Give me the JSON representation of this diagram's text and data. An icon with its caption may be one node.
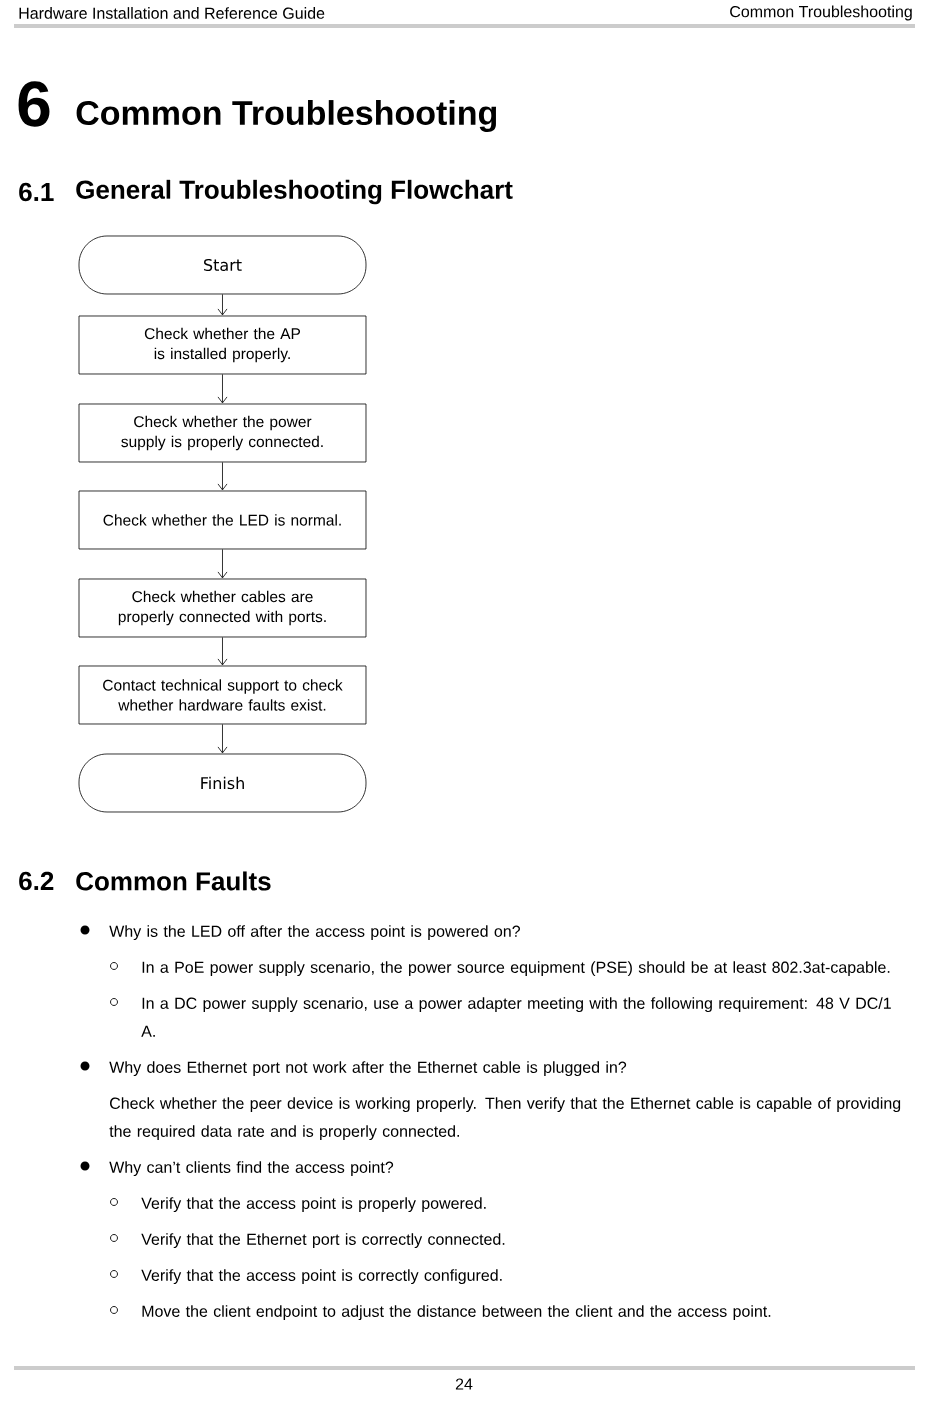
{
  "diagram": {
    "title": "General Troubleshooting Flowchart",
    "nodes": [
      {
        "text": [
          "Start"
        ]
      },
      {
        "text": [
          "Check whether the AP is installed properly."
        ]
      },
      {
        "text": [
          "Check whether the power supply is properly connected."
        ]
      },
      {
        "text": [
          "Check whether the LED is normal."
        ]
      },
      {
        "text": [
          "Check whether cables are properly connected with ports."
        ]
      },
      {
        "text": [
          "Contact technical support to check whether hardware faults exist."
        ]
      },
      {
        "text": [
          "Finish"
        ]
      }
    ],
    "edges": [
      {
        "from": 0,
        "to": 1,
        "arrow": "to"
      },
      {
        "from": 1,
        "to": 2,
        "arrow": "to"
      },
      {
        "from": 2,
        "to": 3,
        "arrow": "to"
      },
      {
        "from": 3,
        "to": 4,
        "arrow": "to"
      },
      {
        "from": 4,
        "to": 5,
        "arrow": "to"
      },
      {
        "from": 5,
        "to": 6,
        "arrow": "to"
      }
    ],
    "labels": [
      "Hardware Installation and Reference Guide",
      "Common Troubleshooting",
      "6",
      "Common Troubleshooting",
      "6.1",
      "6.2",
      "Common Faults",
      "Why is the LED off after the access point is powered on?",
      "In a PoE power supply scenario, the power source equipment (PSE) should be at least 802.3at-capable.",
      "In a DC power supply scenario, use a power adapter meeting with the following requirement: 48 V DC/1 A.",
      "Why does Ethernet port not work after the Ethernet cable is plugged in?",
      "Check whether the peer device is working properly. Then verify that the Ethernet cable is capable of providing the required data rate and is properly connected.",
      "Why can’t clients find the access point?",
      "Verify that the access point is properly powered.",
      "Verify that the Ethernet port is correctly connected.",
      "Verify that the access point is correctly configured.",
      "Move the client endpoint to adjust the distance between the client and the access point.",
      "24"
    ]
  }
}
